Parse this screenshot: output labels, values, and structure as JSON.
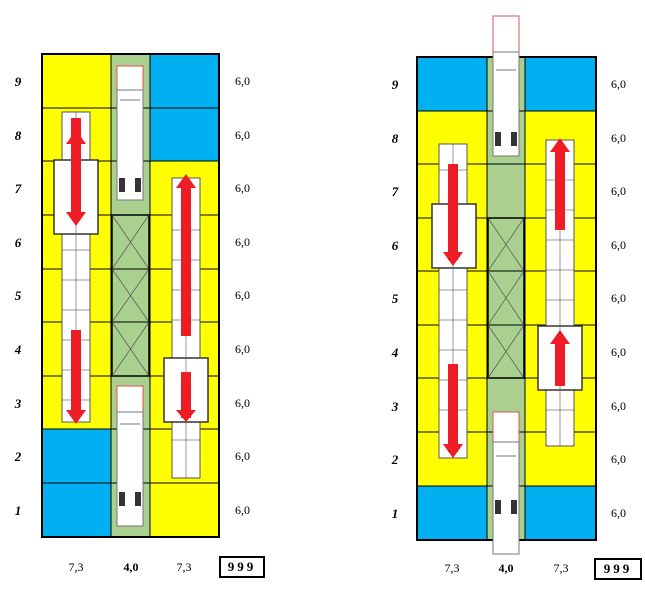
{
  "colors": {
    "yellow": "#ffff00",
    "blue": "#00b0f0",
    "green": "#a9d08e",
    "arrow": "#ee1c25"
  },
  "icons": [
    "crane-icon",
    "truck-icon",
    "reserved-zone-cross"
  ],
  "layouts": [
    {
      "name": "layout-left",
      "row_labels": [
        "9",
        "8",
        "7",
        "6",
        "5",
        "4",
        "3",
        "2",
        "1"
      ],
      "row_values": [
        "6,0",
        "6,0",
        "6,0",
        "6,0",
        "6,0",
        "6,0",
        "6,0",
        "6,0",
        "6,0"
      ],
      "col_widths": [
        "7,3",
        "4,0",
        "7,3"
      ],
      "code": "999"
    },
    {
      "name": "layout-right",
      "row_labels": [
        "9",
        "8",
        "7",
        "6",
        "5",
        "4",
        "3",
        "2",
        "1"
      ],
      "row_values": [
        "6,0",
        "6,0",
        "6,0",
        "6,0",
        "6,0",
        "6,0",
        "6,0",
        "6,0",
        "6,0"
      ],
      "col_widths": [
        "7,3",
        "4,0",
        "7,3"
      ],
      "code": "999"
    }
  ]
}
